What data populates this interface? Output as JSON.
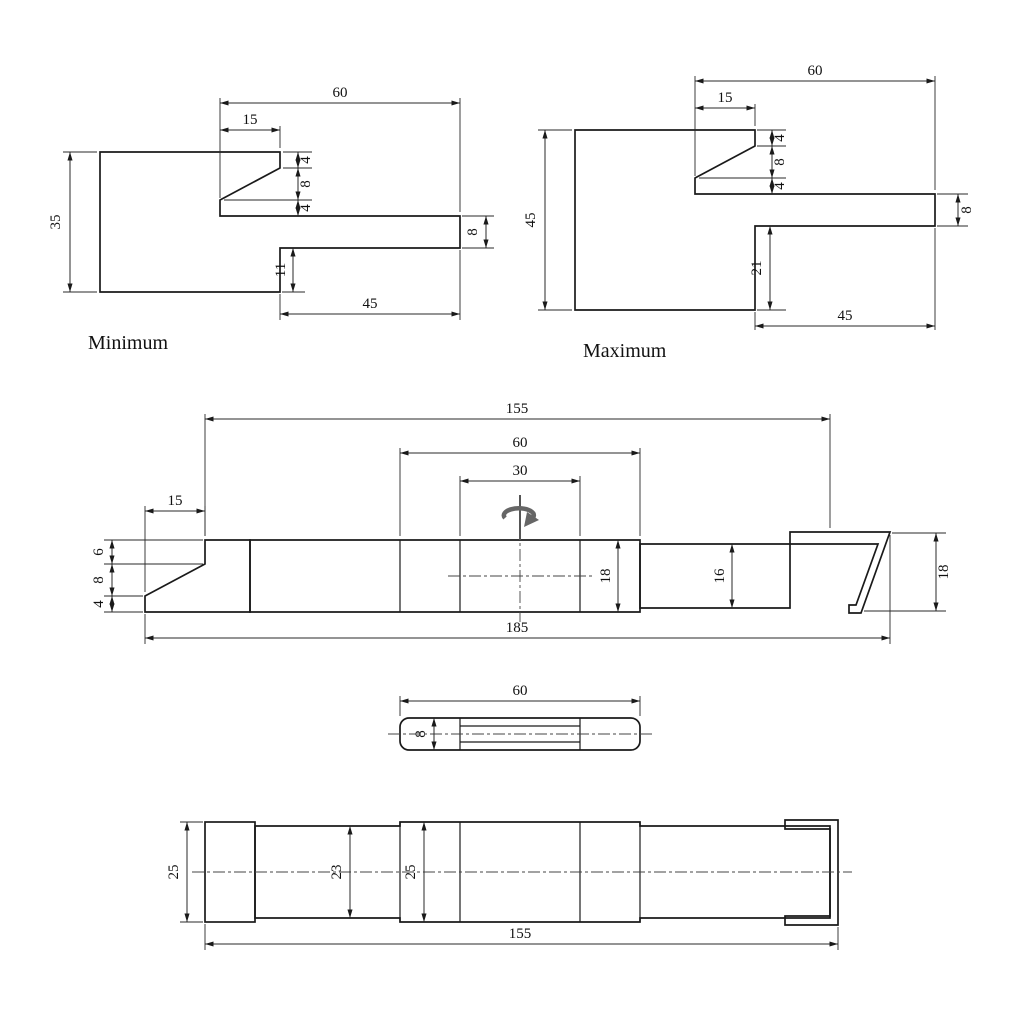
{
  "colors": {
    "background": "#ffffff",
    "line": "#1a1a1a",
    "hatch_fill": "#ececec",
    "hatch_dot": "#9a9a9a",
    "head_fill": "#8f8f8f"
  },
  "views": {
    "minimum": {
      "title": "Minimum",
      "dims": {
        "top_width": "60",
        "slot_top_len": "15",
        "top_wall": "4",
        "taper_drop": "8",
        "gap": "4",
        "body_height": "35",
        "blade_thickness": "8",
        "lower_lip": "11",
        "blade_length": "45"
      }
    },
    "maximum": {
      "title": "Maximum",
      "dims": {
        "top_width": "60",
        "slot_top_len": "15",
        "top_wall": "4",
        "taper_drop": "8",
        "gap": "4",
        "body_height": "45",
        "blade_thickness": "8",
        "lower_lip": "21",
        "blade_length": "45"
      }
    },
    "side": {
      "dims": {
        "span_155": "155",
        "span_60": "60",
        "span_30": "30",
        "head_len_15": "15",
        "head_step_6": "6",
        "head_step_8": "8",
        "head_step_4": "4",
        "bar_height_18": "18",
        "bar_height_16": "16",
        "hook_height_18": "18",
        "total_185": "185"
      }
    },
    "plan": {
      "dims": {
        "span_60": "60",
        "width_8": "8"
      }
    },
    "bottom": {
      "dims": {
        "head_width_25": "25",
        "bar_width_23": "23",
        "mid_width_25": "25",
        "span_155": "155"
      }
    }
  }
}
